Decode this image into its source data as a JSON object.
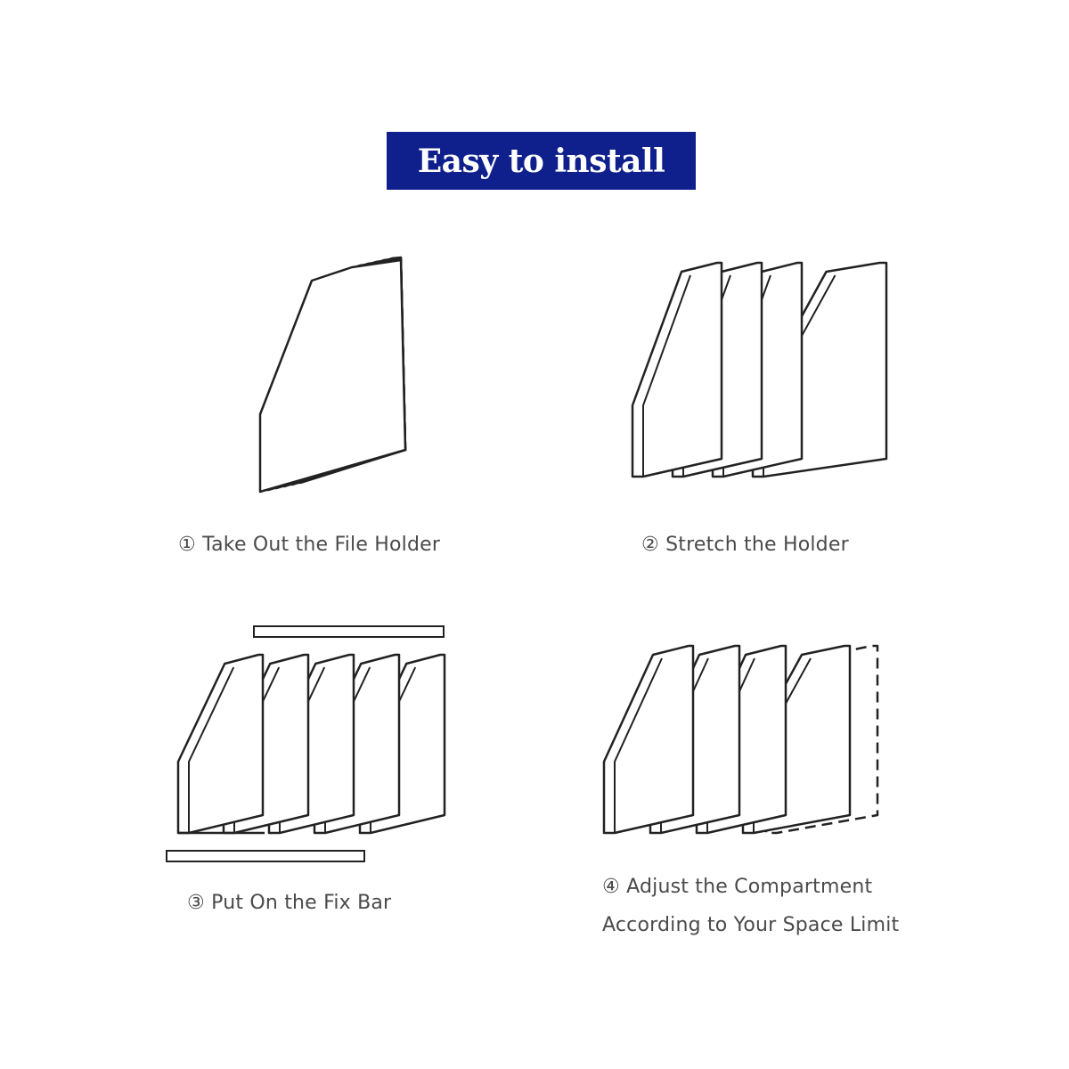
{
  "title": "Easy to install",
  "accent_color": "#0f1f8c",
  "steps": [
    {
      "label": "① Take Out the File Holder"
    },
    {
      "label": "② Stretch the Holder"
    },
    {
      "label": "③ Put On the Fix Bar"
    },
    {
      "label": "④ Adjust the Compartment",
      "label2": "According to Your Space Limit"
    }
  ]
}
